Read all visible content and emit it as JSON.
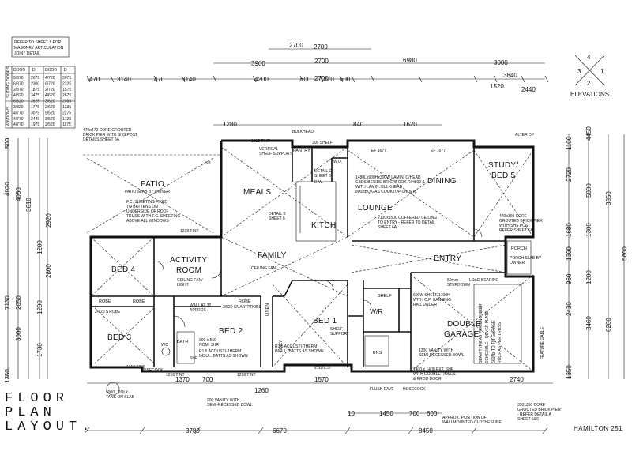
{
  "title": {
    "line1": "FLOOR",
    "line2": "PLAN",
    "line3": "LAYOUT."
  },
  "plan_name": "HAMILTON 251",
  "elevations": {
    "label": "ELEVATIONS",
    "n1": "1",
    "n2": "2",
    "n3": "3",
    "n4": "4"
  },
  "articulation_note": [
    "REFER TO SHEET 6 FOR",
    "MASONRY ARTICULATION",
    "JOINT DETAIL"
  ],
  "opening_table": {
    "header": [
      "DOOR",
      "D",
      "DOOR",
      "D"
    ],
    "rows": [
      [
        "6/870",
        "2675",
        "4/720",
        "3075"
      ],
      [
        "6/870",
        "2300",
        "6/720",
        "2325"
      ],
      [
        "2/870",
        "1875",
        "2/720",
        "1575"
      ],
      [
        "4/820",
        "3475",
        "4/620",
        "2675"
      ],
      [
        "6/820",
        "2625",
        "3/620",
        "2035"
      ],
      [
        "3/820",
        "1775",
        "2/620",
        "1335"
      ],
      [
        "4/770",
        "3075",
        "5/520",
        "2275"
      ],
      [
        "4/770",
        "2445",
        "3/520",
        "1725"
      ],
      [
        "4/770",
        "1975",
        "2/520",
        "1175"
      ]
    ],
    "side_labels": [
      "SLIDING DOORS",
      "WINDOWS"
    ]
  },
  "rooms": {
    "patio": "PATIO",
    "meals": "MEALS",
    "lounge": "LOUNGE",
    "dining": "DINING",
    "kitch": "KITCH",
    "study": "STUDY/",
    "bed5": "BED 5",
    "family": "FAMILY",
    "bed4": "BED 4",
    "activity": "ACTIVITY",
    "activity2": "ROOM",
    "bed3": "BED 3",
    "bed2": "BED 2",
    "bed1": "BED 1",
    "wir": "W/R",
    "entry": "ENTRY",
    "double": "DOUBLE",
    "garage": "GARAGE",
    "bath": "BATH",
    "robe": "ROBE",
    "ens": "ENS",
    "pantry": "PANTRY",
    "ldry": "LDRY",
    "porch": "PORCH",
    "wc": "WC",
    "linen": "LINEN",
    "shelf": "SHELF"
  },
  "notes": {
    "patio_slab": "PATIO SLAB BY OWNER",
    "fc_sheeting": [
      "F.C. SHEETING FIXED",
      "TO BATTENS ON",
      "UNDERSIDE OF ROOF",
      "TRUSS WITH F.C. SHEETING",
      "ABOVE ALL WINDOWS"
    ],
    "pier": [
      "470x470 CORE GROUTED",
      "BRICK PIER WITH SHS POST",
      "DETAILS SHEET 6A"
    ],
    "bulkhead": "BULKHEAD",
    "shelf_vertical": [
      "VERTICAL",
      "SHELF SUPPORT"
    ],
    "bench": [
      "1480Lx900Hx300W LAMIN. O/HEAD",
      "CBDS BESIDE BRICPBOOK R/H800 &",
      "WITH LAMIN. BULKHEAD",
      "800BBQ GAS COOKTOP UNDER."
    ],
    "coffered": [
      "2100x1500 COFFERED CEILING",
      "TO ENTRY - REFER TO DETAIL",
      "SHEET 6A"
    ],
    "study_pier": [
      "470x350 CORE",
      "GROUTED BRICK PIER",
      "WITH SHS POST",
      "REFER SHEET 6A"
    ],
    "ceiling_fan": "CEILING FAN",
    "ceiling_fan_light": [
      "CEILING FAN/",
      "LIGHT"
    ],
    "wall_approx": [
      "WALL AT 32",
      "APPROX"
    ],
    "vanity": [
      "900 x 560",
      "NOM. SHR"
    ],
    "acousti": [
      "R1.5 ACOUSTI-THERM",
      "INSUL. BATTS AS SHOWN"
    ],
    "acousti2": [
      "R1.5 ACOUSTI-THERM",
      "INSUL. BATTS AS SHOWN"
    ],
    "vanity_bowl": [
      "900 VANITY WITH",
      "SEMI-RECESSED BOWL"
    ],
    "poly_tank": [
      "5000L POLY",
      "TANK ON SLAB"
    ],
    "shelf_support": [
      "SHELF",
      "SUPPORT"
    ],
    "hanging_rail": [
      "600W SHELF 1700H",
      "WITH C.P. HANGING",
      "RAIL UNDER"
    ],
    "vanity_ens": [
      "1200 VANITY WITH",
      "SEMI-RECESSED BOWL"
    ],
    "shower": [
      "1400 x 1400 EXT. SHR",
      "WITH DOUBLE ROSES",
      "& PROD DOOR"
    ],
    "flush_eave": "FLUSH EAVE",
    "hosecock": "HOSECOCK",
    "clothesline": [
      "APPROX. POSITION OF",
      "WALLMOUNTED CLOTHESLINE"
    ],
    "core_pier": [
      "350x350 CORE",
      "GROUTED BRICK PIER",
      "- REFER DETAIL A",
      "SHEET 5&6"
    ],
    "load_bearing": "LOAD BEARING",
    "stepdown": [
      "50mm",
      "STEPDOWN"
    ],
    "garage_beam": [
      "BEAM TYPE AS PER ENGINEER",
      "SCHEDULE - COVER PLATE",
      "600Nx TO TIE GARAGE",
      "ROOF AS PER TRUSS"
    ],
    "feature_gable": "FEATURE GABLE",
    "alt_text": "ALTER DP",
    "porch_slab": [
      "PORCH SLAB BY",
      "OWNER"
    ],
    "acoustic_ceiling": [
      "1218 TINT"
    ],
    "detail_b": [
      "DETAIL B",
      "SHEET 6"
    ],
    "detail_c": [
      "DETAIL C",
      "SHEET 6"
    ],
    "sb": "SB",
    "tint_labels": [
      "1218 TINT",
      "1218 TINT",
      "1218 TINT",
      "1218 TINT",
      "2118 L.S."
    ],
    "pantry_shelf": "300 SHELF",
    "shr": "SHR",
    "dw": "D.W.",
    "wo": "W.O.",
    "ef1": "EF 1677",
    "ef2": "EF 1677",
    "smartprobe": "2/820 SMARTPROBE",
    "robe_door": "2/720 S'ROBE"
  },
  "dims_top": {
    "row1": [
      "2700",
      "2700"
    ],
    "row2": [
      "3900",
      "2700",
      "6980"
    ],
    "row3": [
      "4200",
      "2700",
      "3000"
    ],
    "row4": [
      "470",
      "3140",
      "470",
      "3140",
      "600",
      "1270",
      "600",
      "3840",
      "1520"
    ],
    "row5": [
      "1280",
      "840",
      "1620",
      "2440"
    ]
  },
  "dims_left": [
    "500",
    "4920",
    "4080",
    "3610",
    "2920",
    "1200",
    "2800",
    "7130",
    "2050",
    "1200",
    "3000",
    "1730",
    "1350"
  ],
  "dims_right": [
    "1100",
    "2720",
    "4450",
    "3850",
    "5000",
    "1680",
    "1300",
    "1300",
    "960",
    "2430",
    "1200",
    "6200",
    "3460",
    "5800",
    "1350"
  ],
  "dims_bottom": {
    "row1": [
      "1370",
      "700",
      "1260",
      "1570",
      "2740"
    ],
    "row2": [
      "3780",
      "6670",
      "8450",
      "10",
      "1450",
      "700",
      "600"
    ]
  }
}
